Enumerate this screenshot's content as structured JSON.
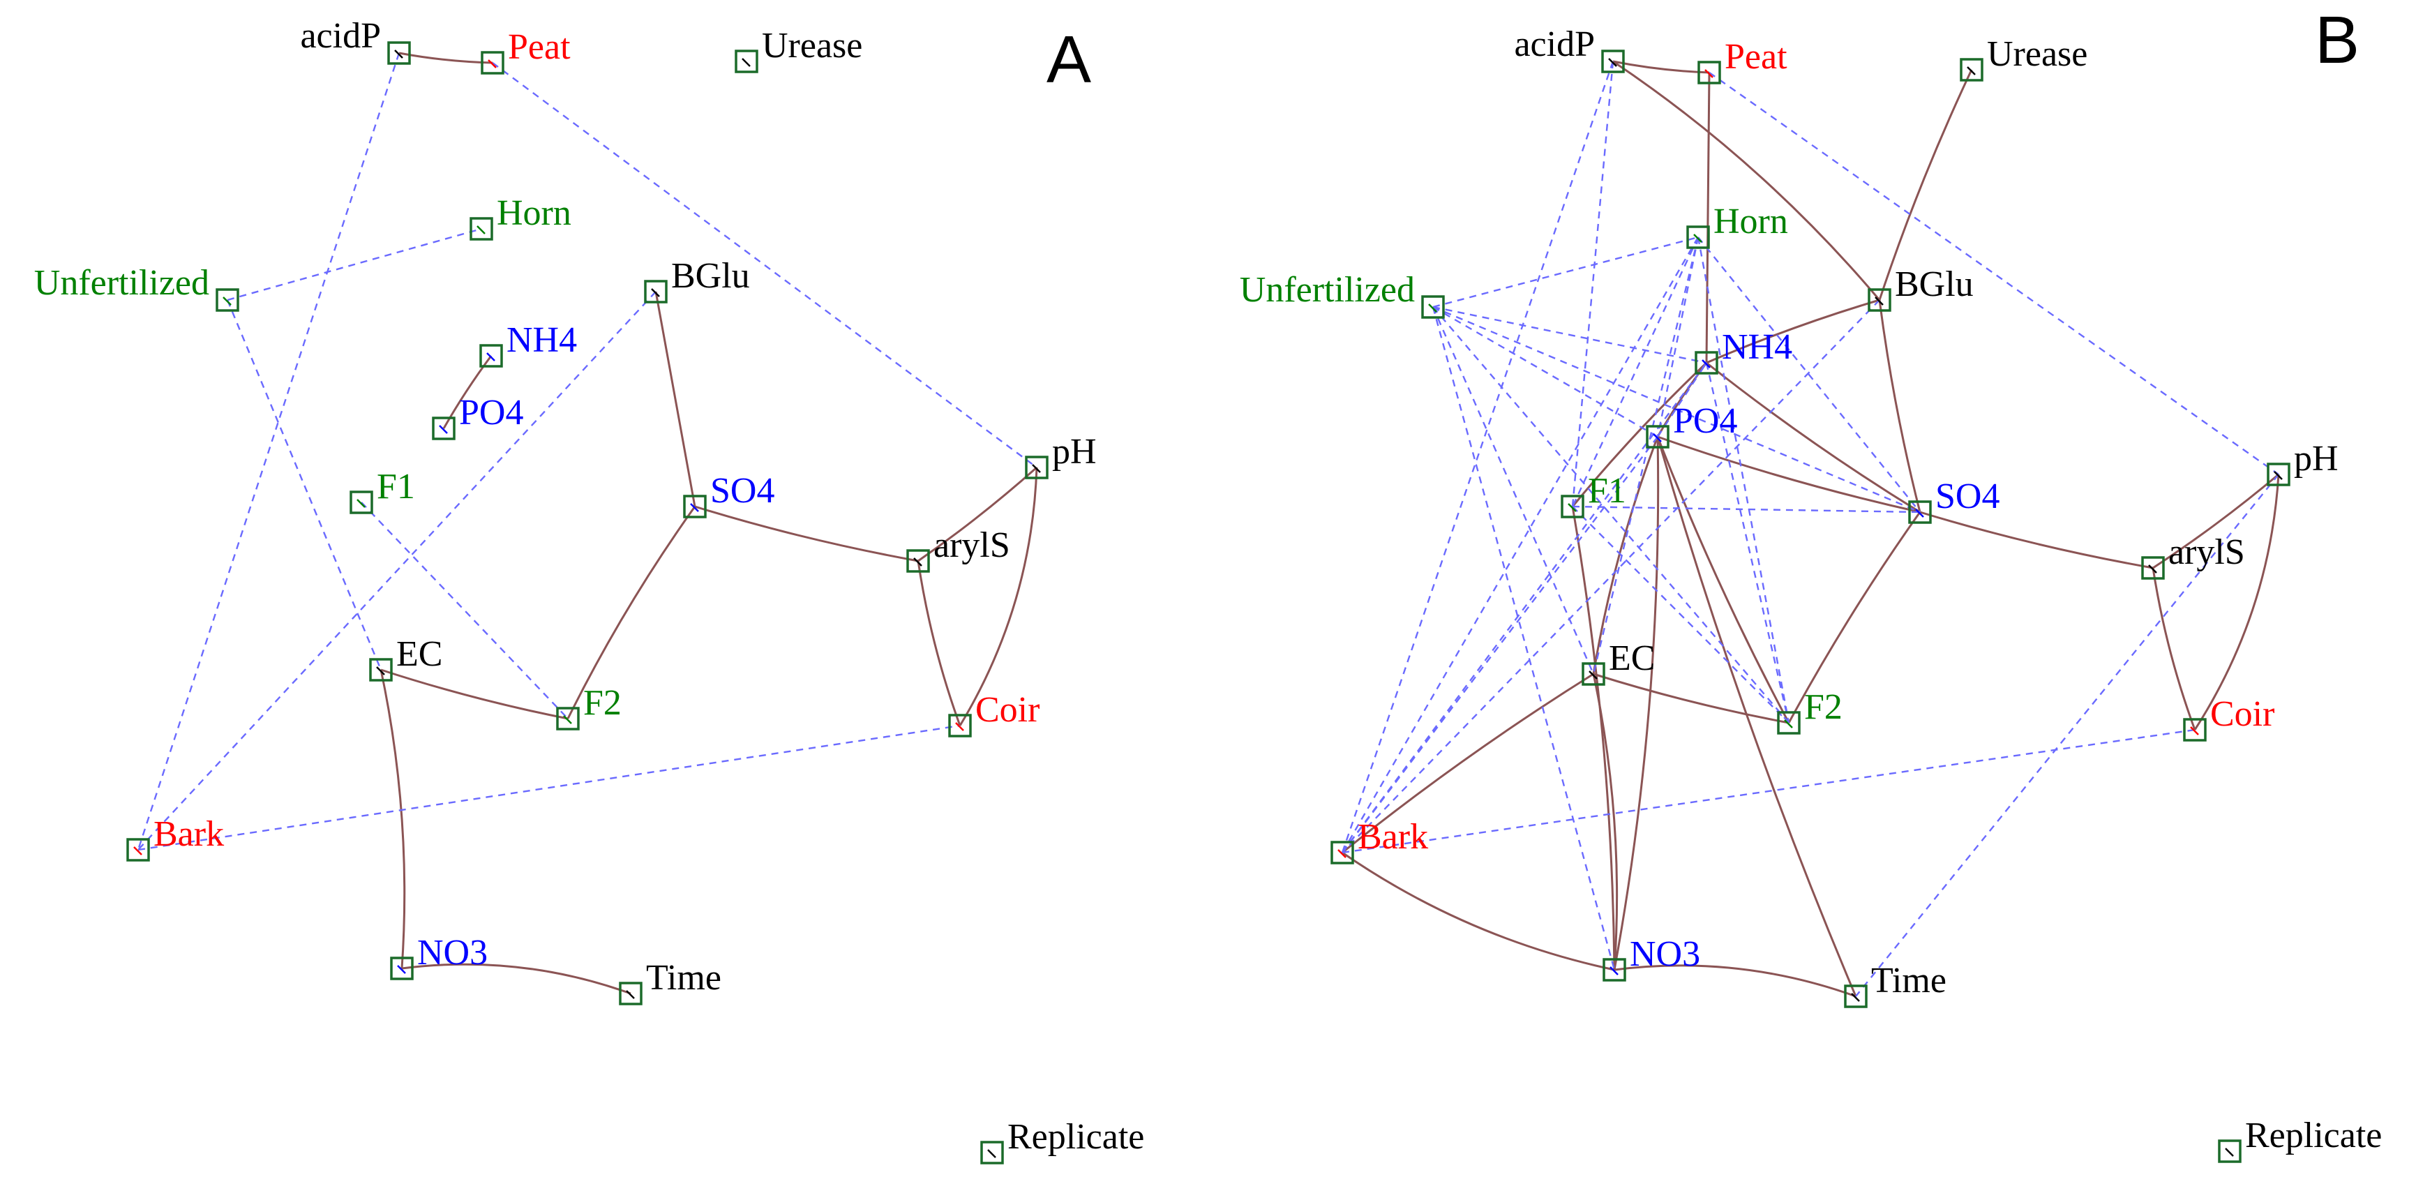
{
  "colors": {
    "category_enzyme": "#000000",
    "category_substrate": "#ff0000",
    "category_fertilizer": "#008000",
    "category_nutrient": "#0000ff",
    "edge_positive": "#8b5454",
    "edge_negative": "#6a6aff",
    "node_box": "#1b6b2a"
  },
  "panels": [
    {
      "id": "A",
      "letter": "A",
      "nodes": [
        {
          "id": "acidP",
          "label": "acidP",
          "category": "enzyme"
        },
        {
          "id": "Peat",
          "label": "Peat",
          "category": "substrate"
        },
        {
          "id": "Urease",
          "label": "Urease",
          "category": "enzyme"
        },
        {
          "id": "Horn",
          "label": "Horn",
          "category": "fertilizer"
        },
        {
          "id": "Unfertilized",
          "label": "Unfertilized",
          "category": "fertilizer"
        },
        {
          "id": "BGlu",
          "label": "BGlu",
          "category": "enzyme"
        },
        {
          "id": "NH4",
          "label": "NH4",
          "category": "nutrient"
        },
        {
          "id": "PO4",
          "label": "PO4",
          "category": "nutrient"
        },
        {
          "id": "F1",
          "label": "F1",
          "category": "fertilizer"
        },
        {
          "id": "SO4",
          "label": "SO4",
          "category": "nutrient"
        },
        {
          "id": "pH",
          "label": "pH",
          "category": "enzyme"
        },
        {
          "id": "arylS",
          "label": "arylS",
          "category": "enzyme"
        },
        {
          "id": "EC",
          "label": "EC",
          "category": "enzyme"
        },
        {
          "id": "F2",
          "label": "F2",
          "category": "fertilizer"
        },
        {
          "id": "Coir",
          "label": "Coir",
          "category": "substrate"
        },
        {
          "id": "Bark",
          "label": "Bark",
          "category": "substrate"
        },
        {
          "id": "NO3",
          "label": "NO3",
          "category": "nutrient"
        },
        {
          "id": "Time",
          "label": "Time",
          "category": "enzyme"
        },
        {
          "id": "Replicate",
          "label": "Replicate",
          "category": "enzyme"
        }
      ],
      "edges": [
        {
          "from": "acidP",
          "to": "Peat",
          "type": "positive"
        },
        {
          "from": "NH4",
          "to": "PO4",
          "type": "positive"
        },
        {
          "from": "BGlu",
          "to": "SO4",
          "type": "positive"
        },
        {
          "from": "SO4",
          "to": "arylS",
          "type": "positive"
        },
        {
          "from": "SO4",
          "to": "F2",
          "type": "positive"
        },
        {
          "from": "arylS",
          "to": "pH",
          "type": "positive"
        },
        {
          "from": "arylS",
          "to": "Coir",
          "type": "positive"
        },
        {
          "from": "pH",
          "to": "Coir",
          "type": "positive"
        },
        {
          "from": "EC",
          "to": "F2",
          "type": "positive"
        },
        {
          "from": "EC",
          "to": "NO3",
          "type": "positive"
        },
        {
          "from": "NO3",
          "to": "Time",
          "type": "positive"
        },
        {
          "from": "acidP",
          "to": "Bark",
          "type": "negative"
        },
        {
          "from": "Peat",
          "to": "pH",
          "type": "negative"
        },
        {
          "from": "Unfertilized",
          "to": "Horn",
          "type": "negative"
        },
        {
          "from": "Unfertilized",
          "to": "EC",
          "type": "negative"
        },
        {
          "from": "BGlu",
          "to": "Bark",
          "type": "negative"
        },
        {
          "from": "F1",
          "to": "F2",
          "type": "negative"
        },
        {
          "from": "Bark",
          "to": "Coir",
          "type": "negative"
        }
      ]
    },
    {
      "id": "B",
      "letter": "B",
      "nodes": [
        {
          "id": "acidP",
          "label": "acidP",
          "category": "enzyme"
        },
        {
          "id": "Peat",
          "label": "Peat",
          "category": "substrate"
        },
        {
          "id": "Urease",
          "label": "Urease",
          "category": "enzyme"
        },
        {
          "id": "Horn",
          "label": "Horn",
          "category": "fertilizer"
        },
        {
          "id": "Unfertilized",
          "label": "Unfertilized",
          "category": "fertilizer"
        },
        {
          "id": "BGlu",
          "label": "BGlu",
          "category": "enzyme"
        },
        {
          "id": "NH4",
          "label": "NH4",
          "category": "nutrient"
        },
        {
          "id": "PO4",
          "label": "PO4",
          "category": "nutrient"
        },
        {
          "id": "F1",
          "label": "F1",
          "category": "fertilizer"
        },
        {
          "id": "SO4",
          "label": "SO4",
          "category": "nutrient"
        },
        {
          "id": "pH",
          "label": "pH",
          "category": "enzyme"
        },
        {
          "id": "arylS",
          "label": "arylS",
          "category": "enzyme"
        },
        {
          "id": "EC",
          "label": "EC",
          "category": "enzyme"
        },
        {
          "id": "F2",
          "label": "F2",
          "category": "fertilizer"
        },
        {
          "id": "Coir",
          "label": "Coir",
          "category": "substrate"
        },
        {
          "id": "Bark",
          "label": "Bark",
          "category": "substrate"
        },
        {
          "id": "NO3",
          "label": "NO3",
          "category": "nutrient"
        },
        {
          "id": "Time",
          "label": "Time",
          "category": "enzyme"
        },
        {
          "id": "Replicate",
          "label": "Replicate",
          "category": "enzyme"
        }
      ],
      "edges": [
        {
          "from": "acidP",
          "to": "Peat",
          "type": "positive"
        },
        {
          "from": "acidP",
          "to": "BGlu",
          "type": "positive"
        },
        {
          "from": "Peat",
          "to": "NH4",
          "type": "positive"
        },
        {
          "from": "Urease",
          "to": "BGlu",
          "type": "positive"
        },
        {
          "from": "BGlu",
          "to": "NH4",
          "type": "positive"
        },
        {
          "from": "BGlu",
          "to": "SO4",
          "type": "positive"
        },
        {
          "from": "NH4",
          "to": "PO4",
          "type": "positive"
        },
        {
          "from": "NH4",
          "to": "SO4",
          "type": "positive"
        },
        {
          "from": "NH4",
          "to": "F1",
          "type": "positive"
        },
        {
          "from": "PO4",
          "to": "SO4",
          "type": "positive"
        },
        {
          "from": "PO4",
          "to": "EC",
          "type": "positive"
        },
        {
          "from": "PO4",
          "to": "NO3",
          "type": "positive"
        },
        {
          "from": "PO4",
          "to": "Time",
          "type": "positive"
        },
        {
          "from": "PO4",
          "to": "F2",
          "type": "positive"
        },
        {
          "from": "SO4",
          "to": "arylS",
          "type": "positive"
        },
        {
          "from": "SO4",
          "to": "F2",
          "type": "positive"
        },
        {
          "from": "arylS",
          "to": "pH",
          "type": "positive"
        },
        {
          "from": "arylS",
          "to": "Coir",
          "type": "positive"
        },
        {
          "from": "pH",
          "to": "Coir",
          "type": "positive"
        },
        {
          "from": "EC",
          "to": "F2",
          "type": "positive"
        },
        {
          "from": "EC",
          "to": "NO3",
          "type": "positive"
        },
        {
          "from": "EC",
          "to": "Bark",
          "type": "positive"
        },
        {
          "from": "F1",
          "to": "NO3",
          "type": "positive"
        },
        {
          "from": "Bark",
          "to": "NO3",
          "type": "positive"
        },
        {
          "from": "NO3",
          "to": "Time",
          "type": "positive"
        },
        {
          "from": "acidP",
          "to": "Bark",
          "type": "negative"
        },
        {
          "from": "acidP",
          "to": "F1",
          "type": "negative"
        },
        {
          "from": "Peat",
          "to": "pH",
          "type": "negative"
        },
        {
          "from": "Unfertilized",
          "to": "Horn",
          "type": "negative"
        },
        {
          "from": "Unfertilized",
          "to": "NH4",
          "type": "negative"
        },
        {
          "from": "Unfertilized",
          "to": "PO4",
          "type": "negative"
        },
        {
          "from": "Unfertilized",
          "to": "SO4",
          "type": "negative"
        },
        {
          "from": "Unfertilized",
          "to": "EC",
          "type": "negative"
        },
        {
          "from": "Unfertilized",
          "to": "NO3",
          "type": "negative"
        },
        {
          "from": "Unfertilized",
          "to": "F2",
          "type": "negative"
        },
        {
          "from": "Horn",
          "to": "SO4",
          "type": "negative"
        },
        {
          "from": "Horn",
          "to": "PO4",
          "type": "negative"
        },
        {
          "from": "Horn",
          "to": "F1",
          "type": "negative"
        },
        {
          "from": "Horn",
          "to": "EC",
          "type": "negative"
        },
        {
          "from": "Horn",
          "to": "F2",
          "type": "negative"
        },
        {
          "from": "Horn",
          "to": "Bark",
          "type": "negative"
        },
        {
          "from": "BGlu",
          "to": "Bark",
          "type": "negative"
        },
        {
          "from": "NH4",
          "to": "Bark",
          "type": "negative"
        },
        {
          "from": "NH4",
          "to": "F2",
          "type": "negative"
        },
        {
          "from": "PO4",
          "to": "Bark",
          "type": "negative"
        },
        {
          "from": "F1",
          "to": "F2",
          "type": "negative"
        },
        {
          "from": "F1",
          "to": "SO4",
          "type": "negative"
        },
        {
          "from": "Bark",
          "to": "Coir",
          "type": "negative"
        },
        {
          "from": "pH",
          "to": "Time",
          "type": "negative"
        },
        {
          "from": "PO4",
          "to": "NH4",
          "type": "negative"
        }
      ]
    }
  ]
}
